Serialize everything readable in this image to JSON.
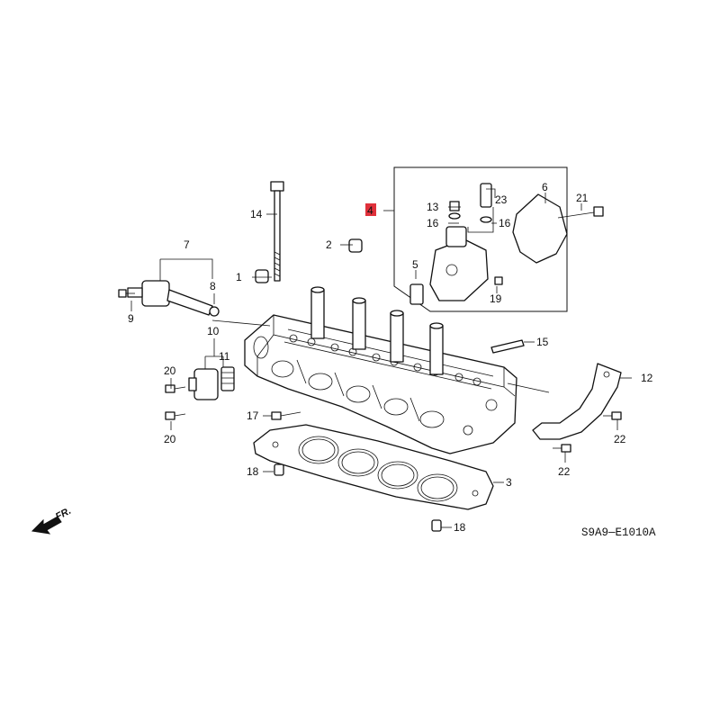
{
  "diagram": {
    "code": "S9A9—E1010A",
    "direction_label": "FR.",
    "highlight_color": "#e0313b",
    "labels": [
      {
        "id": "1",
        "text": "1"
      },
      {
        "id": "2",
        "text": "2"
      },
      {
        "id": "3",
        "text": "3"
      },
      {
        "id": "4",
        "text": "4",
        "highlighted": true
      },
      {
        "id": "5",
        "text": "5"
      },
      {
        "id": "6",
        "text": "6"
      },
      {
        "id": "7",
        "text": "7"
      },
      {
        "id": "8",
        "text": "8"
      },
      {
        "id": "9",
        "text": "9"
      },
      {
        "id": "10",
        "text": "10"
      },
      {
        "id": "11",
        "text": "11"
      },
      {
        "id": "12",
        "text": "12"
      },
      {
        "id": "13",
        "text": "13"
      },
      {
        "id": "14",
        "text": "14"
      },
      {
        "id": "15",
        "text": "15"
      },
      {
        "id": "16a",
        "text": "16"
      },
      {
        "id": "16b",
        "text": "16"
      },
      {
        "id": "17",
        "text": "17"
      },
      {
        "id": "18a",
        "text": "18"
      },
      {
        "id": "18b",
        "text": "18"
      },
      {
        "id": "19",
        "text": "19"
      },
      {
        "id": "20a",
        "text": "20"
      },
      {
        "id": "20b",
        "text": "20"
      },
      {
        "id": "21",
        "text": "21"
      },
      {
        "id": "22a",
        "text": "22"
      },
      {
        "id": "22b",
        "text": "22"
      },
      {
        "id": "23",
        "text": "23"
      }
    ]
  }
}
